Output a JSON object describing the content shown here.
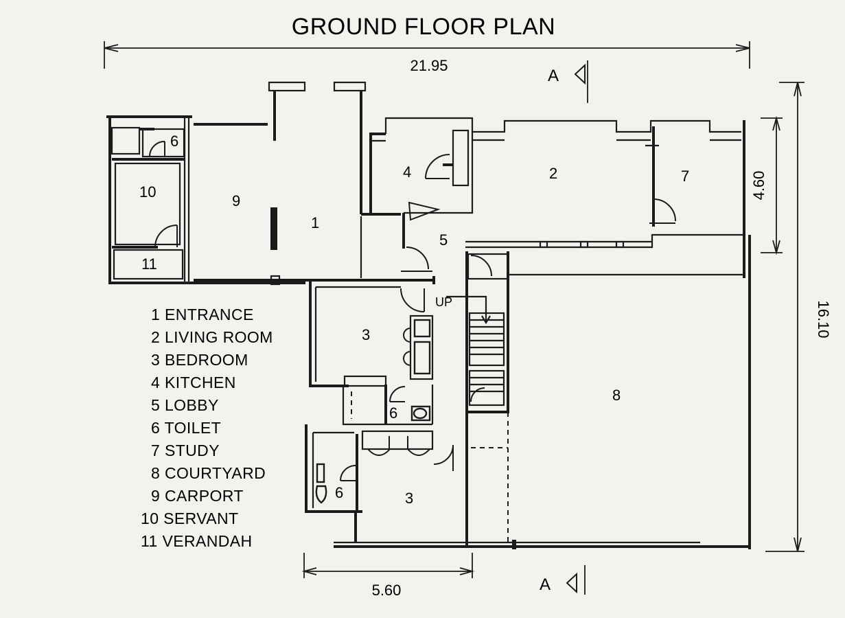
{
  "title": "GROUND FLOOR PLAN",
  "dimensions": {
    "overall_width": "21.95",
    "overall_depth": "16.10",
    "living_depth": "4.60",
    "bedroom_width": "5.60"
  },
  "section_marker": "A",
  "stair_label": "UP",
  "room_tags": {
    "entrance": "1",
    "living": "2",
    "bedroom": "3",
    "kitchen": "4",
    "lobby": "5",
    "toilet": "6",
    "study": "7",
    "courtyard": "8",
    "carport": "9",
    "servant": "10",
    "verandah": "11"
  },
  "legend": [
    "1  ENTRANCE",
    "2  LIVING ROOM",
    "3  BEDROOM",
    "4  KITCHEN",
    "5  LOBBY",
    "6  TOILET",
    "7  STUDY",
    "8  COURTYARD",
    "9  CARPORT",
    "10  SERVANT",
    "11  VERANDAH"
  ]
}
